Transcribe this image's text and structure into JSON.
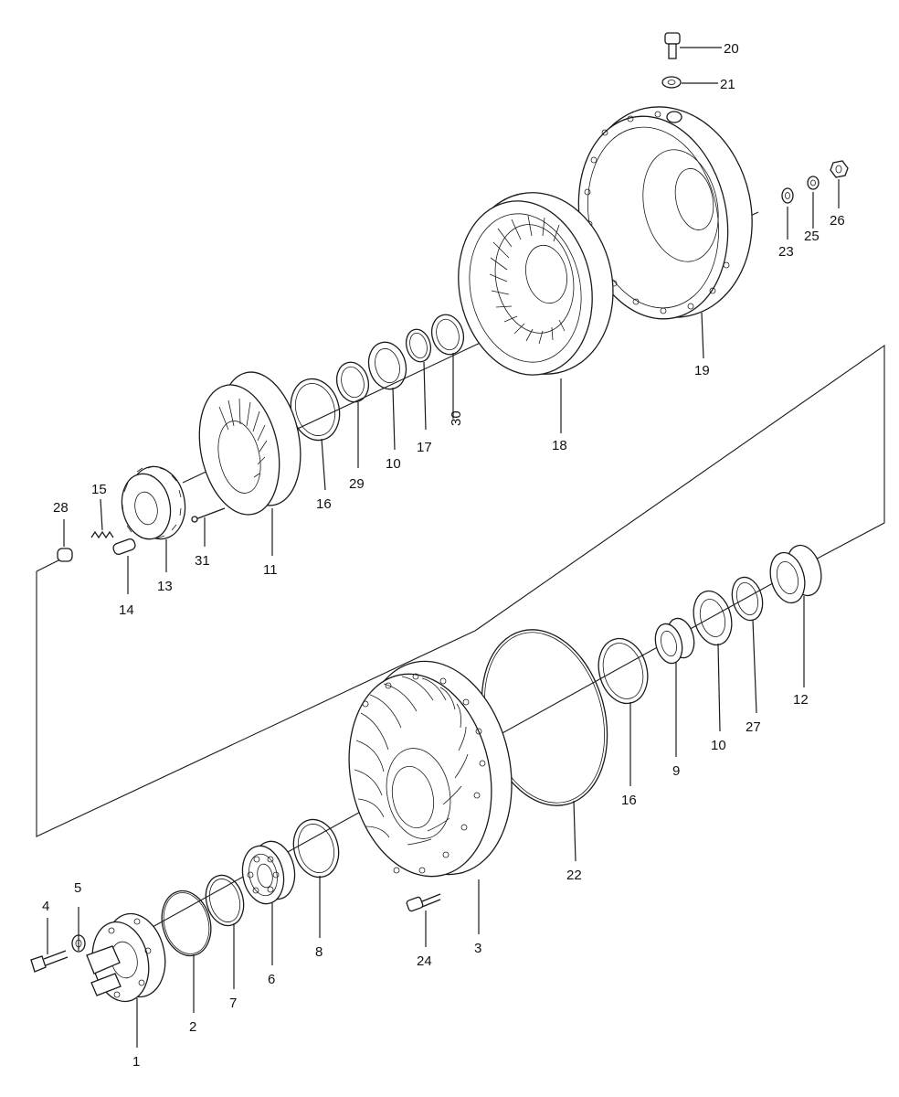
{
  "diagram": {
    "colors": {
      "line": "#1a1a1a",
      "background": "#ffffff"
    },
    "callouts": {
      "c1": "1",
      "c2": "2",
      "c3": "3",
      "c4": "4",
      "c5": "5",
      "c6": "6",
      "c7": "7",
      "c8": "8",
      "c9": "9",
      "c10a": "10",
      "c10b": "10",
      "c11": "11",
      "c12": "12",
      "c13": "13",
      "c14": "14",
      "c15": "15",
      "c16a": "16",
      "c16b": "16",
      "c17": "17",
      "c18": "18",
      "c19": "19",
      "c20": "20",
      "c21": "21",
      "c22": "22",
      "c23": "23",
      "c24": "24",
      "c25": "25",
      "c26": "26",
      "c27": "27",
      "c28": "28",
      "c29": "29",
      "c30": "30",
      "c31": "31"
    }
  }
}
